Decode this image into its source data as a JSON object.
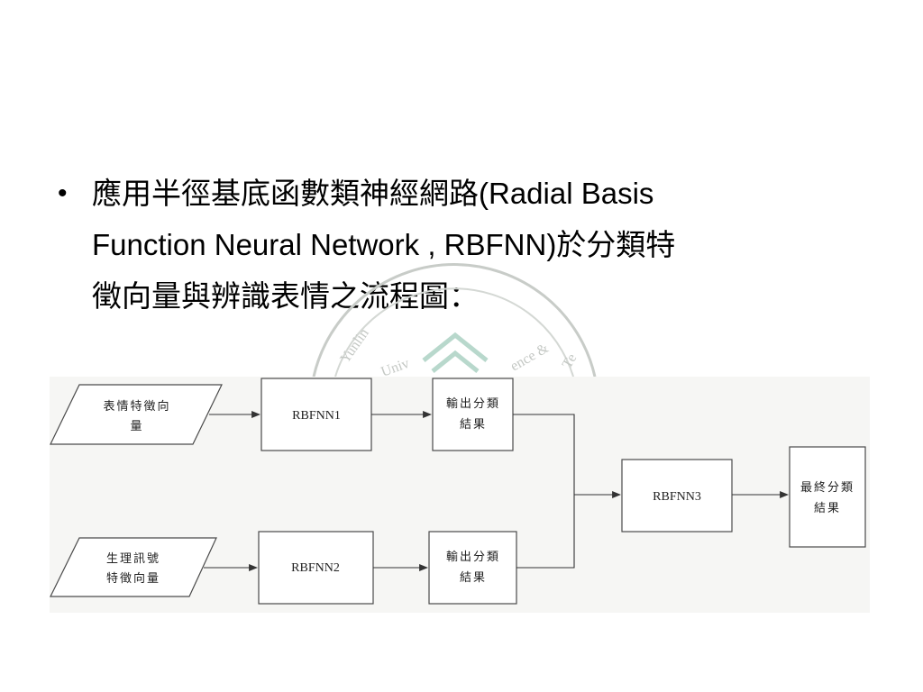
{
  "bullet": {
    "lines": [
      "應用半徑基底函數類神經網路(Radial Basis",
      "Function Neural Network , RBFNN)於分類特",
      "徵向量與辨識表情之流程圖："
    ]
  },
  "diagram": {
    "input1": [
      "表情特徵向",
      "量"
    ],
    "input2": [
      "生理訊號",
      "特徵向量"
    ],
    "rbfnn1": "RBFNN1",
    "rbfnn2": "RBFNN2",
    "rbfnn3": "RBFNN3",
    "output1": [
      "輸出分類",
      "結果"
    ],
    "output2": [
      "輸出分類",
      "結果"
    ],
    "final": [
      "最終分類",
      "結果"
    ]
  },
  "colors": {
    "text": "#000000",
    "stroke": "#4a4a4a",
    "diagram_bg": "#f6f6f4",
    "box_fill": "#ffffff",
    "watermark": "#c8ccc8",
    "watermark_green": "#b8d8cc"
  },
  "icons": {
    "bullet": "bullet-dot-icon",
    "watermark": "university-seal-watermark"
  }
}
